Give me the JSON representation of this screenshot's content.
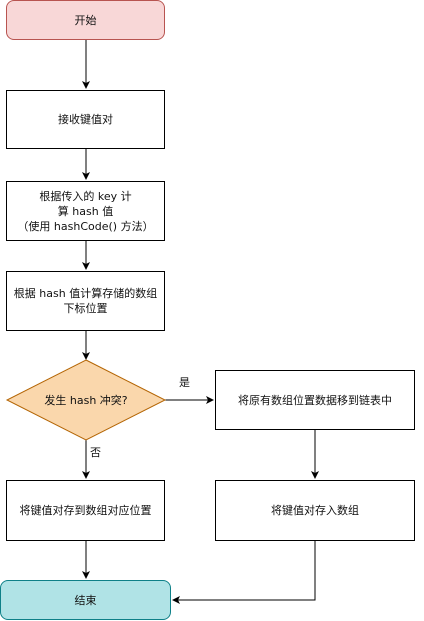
{
  "nodes": {
    "start": "开始",
    "receive": "接收键值对",
    "hash_line1": "根据传入的 key 计",
    "hash_line2": "算 hash 值",
    "hash_line3": "（使用 hashCode() 方法）",
    "index_line1": "根据 hash 值计算存储的数组",
    "index_line2": "下标位置",
    "decision": "发生 hash 冲突?",
    "move": "将原有数组位置数据移到链表中",
    "store": "将键值对存到数组对应位置",
    "store_list": "将键值对存入数组",
    "end": "结束"
  },
  "edges": {
    "yes": "是",
    "no": "否"
  },
  "colors": {
    "start_fill": "#f8d7d7",
    "start_stroke": "#b85450",
    "decision_fill": "#fad7ac",
    "decision_stroke": "#b46504",
    "end_fill": "#b0e3e6",
    "end_stroke": "#0e8088"
  }
}
